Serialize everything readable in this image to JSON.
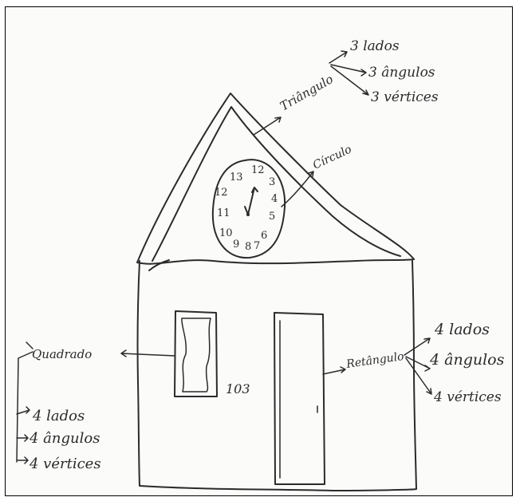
{
  "triangle": {
    "label": "Triângulo",
    "properties": [
      "3 lados",
      "3 ângulos",
      "3 vértices"
    ]
  },
  "circle": {
    "label": "Círculo",
    "clock_numbers": [
      "13",
      "12",
      "3",
      "4",
      "5",
      "6",
      "7",
      "8",
      "9",
      "10",
      "11",
      "12"
    ]
  },
  "square": {
    "label": "Quadrado",
    "properties": [
      "4 lados",
      "4 ângulos",
      "4 vértices"
    ]
  },
  "rectangle": {
    "label": "Retângulo",
    "properties": [
      "4 lados",
      "4 ângulos",
      "4 vértices"
    ]
  },
  "house_number": "103"
}
